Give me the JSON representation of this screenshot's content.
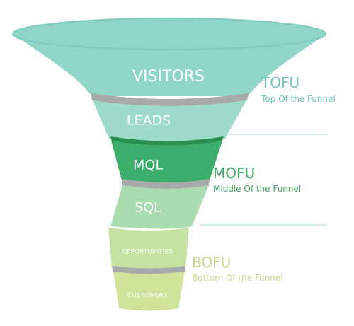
{
  "funnel": {
    "segments": [
      {
        "label": "VISITORS",
        "color": "#8fd5c8"
      },
      {
        "label": "LEADS",
        "color": "#9edbcb"
      },
      {
        "label": "MQL",
        "color": "#3cae6b"
      },
      {
        "label": "SQL",
        "color": "#a9dcae"
      },
      {
        "label": "OPPORTUNITIES",
        "color": "#c6e2a2"
      },
      {
        "label": "CUSTOMERS",
        "color": "#cfe39a"
      }
    ]
  },
  "stages": [
    {
      "title": "TOFU",
      "subtitle": "Top Of the Funnel",
      "color": "#6ec7bc"
    },
    {
      "title": "MOFU",
      "subtitle": "Middle Of the Funnel",
      "color": "#3aa85e"
    },
    {
      "title": "BOFU",
      "subtitle": "Bottom Of the Funnel",
      "color": "#c2d98d"
    }
  ],
  "colors": {
    "divider": "#a6aaa8",
    "mql_rim": "#2b8f4d",
    "guide_line": "#9fdccf"
  }
}
